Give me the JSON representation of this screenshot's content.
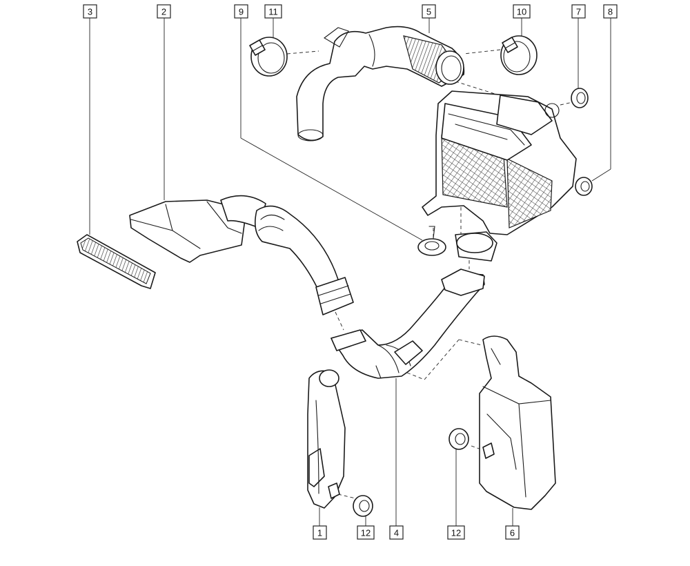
{
  "callouts": [
    {
      "id": "c1",
      "label": "1"
    },
    {
      "id": "c2",
      "label": "2"
    },
    {
      "id": "c3",
      "label": "3"
    },
    {
      "id": "c4",
      "label": "4"
    },
    {
      "id": "c5",
      "label": "5"
    },
    {
      "id": "c6",
      "label": "6"
    },
    {
      "id": "c7",
      "label": "7"
    },
    {
      "id": "c8",
      "label": "8"
    },
    {
      "id": "c9",
      "label": "9"
    },
    {
      "id": "c10",
      "label": "10"
    },
    {
      "id": "c11",
      "label": "11"
    },
    {
      "id": "c12a",
      "label": "12"
    },
    {
      "id": "c12b",
      "label": "12"
    }
  ],
  "colors": {
    "line": "#1a1a1a",
    "background": "#ffffff"
  }
}
